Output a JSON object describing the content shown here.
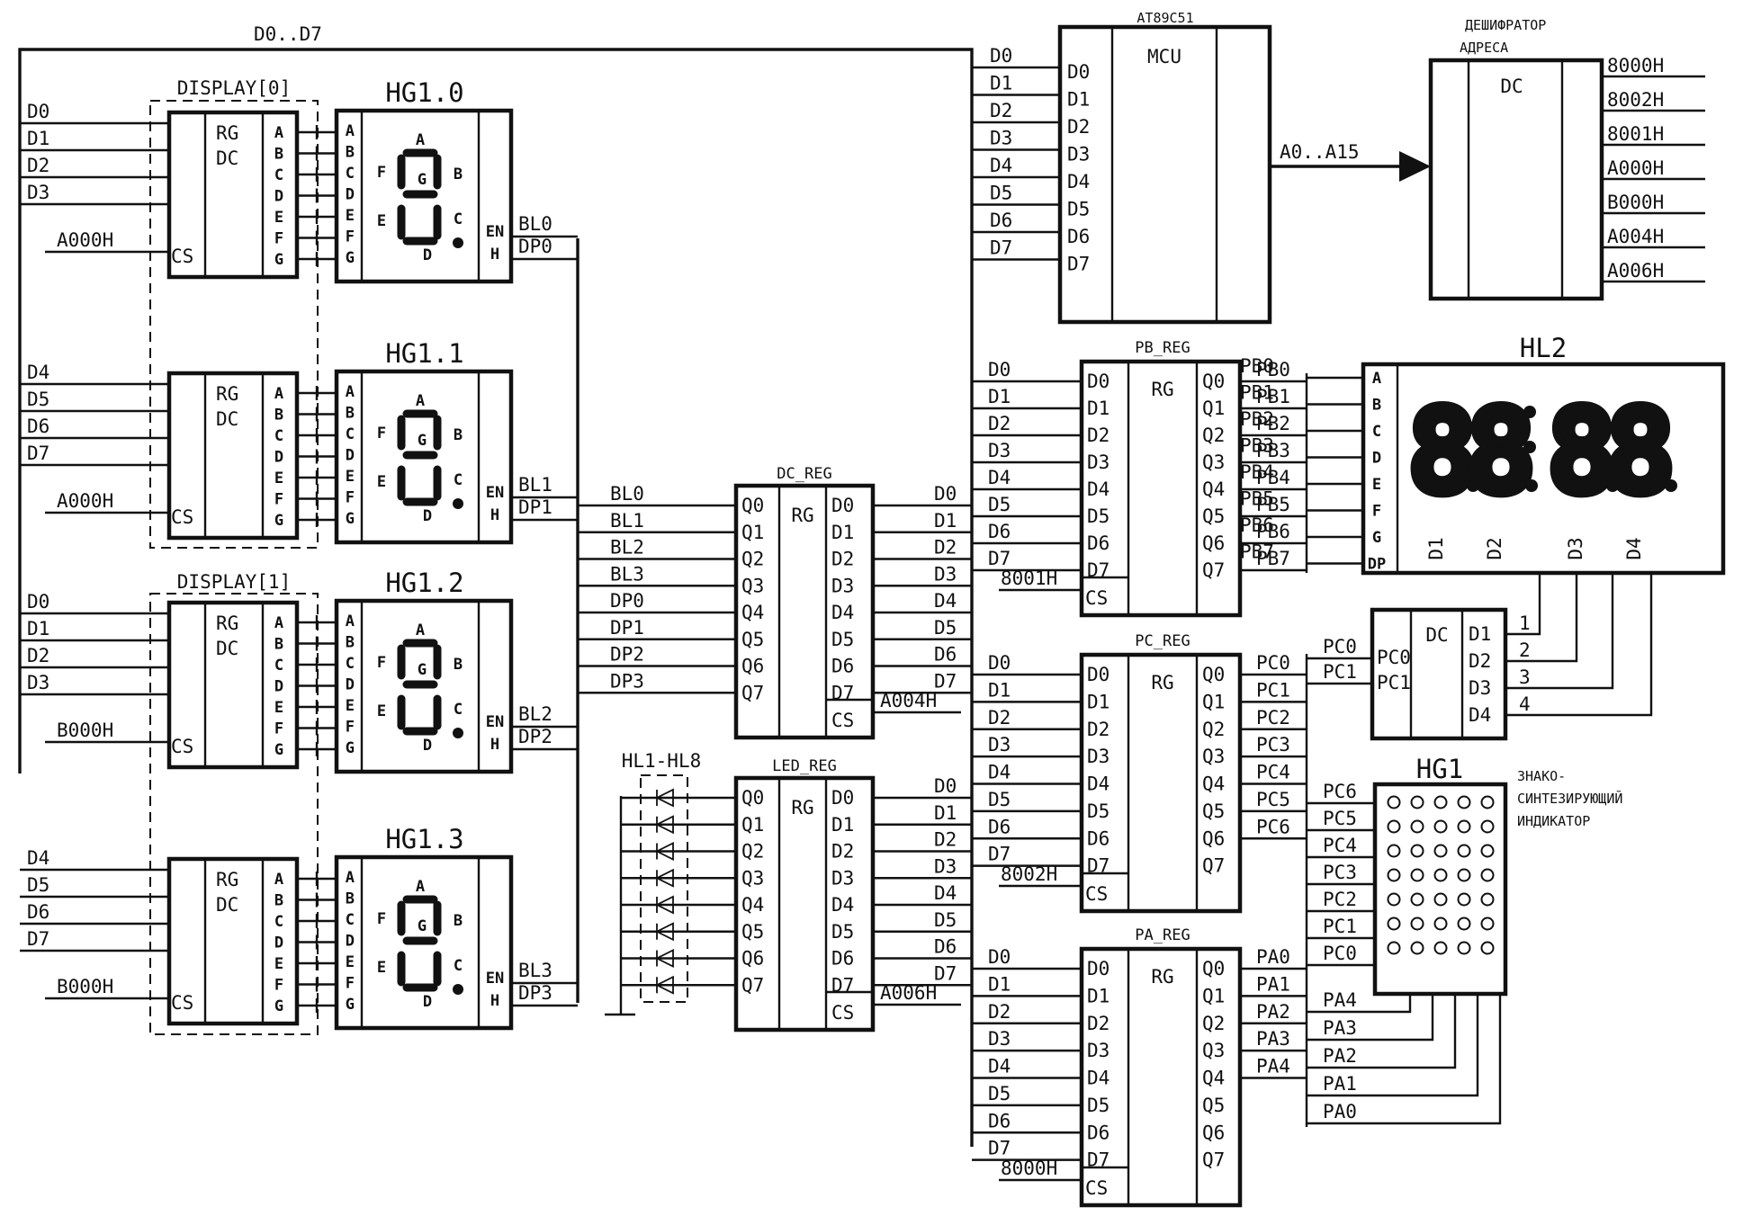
{
  "bus": {
    "data_label": "D0..D7",
    "addr_label": "A0..A15"
  },
  "display_groups": [
    {
      "label": "DISPLAY[0]",
      "chips": [
        {
          "cs_addr": "A000H",
          "inputs": [
            "D0",
            "D1",
            "D2",
            "D3"
          ]
        },
        {
          "cs_addr": "A000H",
          "inputs": [
            "D4",
            "D5",
            "D6",
            "D7"
          ]
        }
      ]
    },
    {
      "label": "DISPLAY[1]",
      "chips": [
        {
          "cs_addr": "B000H",
          "inputs": [
            "D0",
            "D1",
            "D2",
            "D3"
          ]
        },
        {
          "cs_addr": "B000H",
          "inputs": [
            "D4",
            "D5",
            "D6",
            "D7"
          ]
        }
      ]
    }
  ],
  "rgdc": {
    "rg": "RG",
    "dc": "DC",
    "cs": "CS",
    "outputs": [
      "A",
      "B",
      "C",
      "D",
      "E",
      "F",
      "G"
    ]
  },
  "hg_indicators": [
    {
      "label": "HG1.0",
      "bl": "BL0",
      "dp": "DP0"
    },
    {
      "label": "HG1.1",
      "bl": "BL1",
      "dp": "DP1"
    },
    {
      "label": "HG1.2",
      "bl": "BL2",
      "dp": "DP2"
    },
    {
      "label": "HG1.3",
      "bl": "BL3",
      "dp": "DP3"
    }
  ],
  "hg_pins": {
    "left": [
      "A",
      "B",
      "C",
      "D",
      "E",
      "F",
      "G"
    ],
    "right": [
      "EN",
      "H"
    ],
    "segments": [
      "A",
      "B",
      "C",
      "D",
      "E",
      "F",
      "G"
    ]
  },
  "mcu": {
    "part": "AT89C51",
    "name": "MCU",
    "pins": [
      "D0",
      "D1",
      "D2",
      "D3",
      "D4",
      "D5",
      "D6",
      "D7"
    ]
  },
  "decoder": {
    "title": [
      "ДЕШИФРАТОР",
      "АДРЕСА"
    ],
    "name": "DC",
    "outputs": [
      "8000H",
      "8002H",
      "8001H",
      "A000H",
      "B000H",
      "A004H",
      "A006H"
    ]
  },
  "registers": [
    {
      "name": "PB_REG",
      "rg": "RG",
      "cs": "CS",
      "cs_addr": "8001H",
      "inputs": [
        "D0",
        "D1",
        "D2",
        "D3",
        "D4",
        "D5",
        "D6",
        "D7"
      ],
      "outputs": [
        "Q0",
        "Q1",
        "Q2",
        "Q3",
        "Q4",
        "Q5",
        "Q6",
        "Q7"
      ],
      "bus_in": [
        "D0",
        "D1",
        "D2",
        "D3",
        "D4",
        "D5",
        "D6",
        "D7"
      ],
      "nets": [
        "PB0",
        "PB1",
        "PB2",
        "PB3",
        "PB4",
        "PB5",
        "PB6",
        "PB7"
      ]
    },
    {
      "name": "PC_REG",
      "rg": "RG",
      "cs": "CS",
      "cs_addr": "8002H",
      "inputs": [
        "D0",
        "D1",
        "D2",
        "D3",
        "D4",
        "D5",
        "D6",
        "D7"
      ],
      "outputs": [
        "Q0",
        "Q1",
        "Q2",
        "Q3",
        "Q4",
        "Q5",
        "Q6",
        "Q7"
      ],
      "bus_in": [
        "D0",
        "D1",
        "D2",
        "D3",
        "D4",
        "D5",
        "D6",
        "D7"
      ],
      "nets": [
        "PC0",
        "PC1",
        "PC2",
        "PC3",
        "PC4",
        "PC5",
        "PC6"
      ]
    },
    {
      "name": "PA_REG",
      "rg": "RG",
      "cs": "CS",
      "cs_addr": "8000H",
      "inputs": [
        "D0",
        "D1",
        "D2",
        "D3",
        "D4",
        "D5",
        "D6",
        "D7"
      ],
      "outputs": [
        "Q0",
        "Q1",
        "Q2",
        "Q3",
        "Q4",
        "Q5",
        "Q6",
        "Q7"
      ],
      "bus_in": [
        "D0",
        "D1",
        "D2",
        "D3",
        "D4",
        "D5",
        "D6",
        "D7"
      ],
      "nets": [
        "PA0",
        "PA1",
        "PA2",
        "PA3",
        "PA4"
      ]
    },
    {
      "name": "DC_REG",
      "rg": "RG",
      "cs": "CS",
      "cs_addr": "A004H",
      "inputs": [
        "D0",
        "D1",
        "D2",
        "D3",
        "D4",
        "D5",
        "D6",
        "D7"
      ],
      "outputs": [
        "Q0",
        "Q1",
        "Q2",
        "Q3",
        "Q4",
        "Q5",
        "Q6",
        "Q7"
      ],
      "bus_in": [
        "D0",
        "D1",
        "D2",
        "D3",
        "D4",
        "D5",
        "D6",
        "D7"
      ],
      "nets": [
        "BL0",
        "BL1",
        "BL2",
        "BL3",
        "DP0",
        "DP1",
        "DP2",
        "DP3"
      ]
    },
    {
      "name": "LED_REG",
      "rg": "RG",
      "cs": "CS",
      "cs_addr": "A006H",
      "inputs": [
        "D0",
        "D1",
        "D2",
        "D3",
        "D4",
        "D5",
        "D6",
        "D7"
      ],
      "outputs": [
        "Q0",
        "Q1",
        "Q2",
        "Q3",
        "Q4",
        "Q5",
        "Q6",
        "Q7"
      ],
      "bus_in": [
        "D0",
        "D1",
        "D2",
        "D3",
        "D4",
        "D5",
        "D6",
        "D7"
      ],
      "nets": []
    }
  ],
  "hl2": {
    "label": "HL2",
    "pins": [
      "A",
      "B",
      "C",
      "D",
      "E",
      "F",
      "G",
      "DP"
    ],
    "digits": [
      "D1",
      "D2",
      "D3",
      "D4"
    ],
    "glyphs": [
      "8",
      "8",
      "8",
      "8"
    ]
  },
  "dc2": {
    "name": "DC",
    "inputs": [
      "PC0",
      "PC1"
    ],
    "outputs": [
      "D1",
      "D2",
      "D3",
      "D4"
    ],
    "nets": [
      "1",
      "2",
      "3",
      "4"
    ],
    "in_nets": [
      "PC0",
      "PC1"
    ]
  },
  "hg1": {
    "label": "HG1",
    "caption": [
      "ЗНАКО-",
      "СИНТЕЗИРУЮЩИЙ",
      "ИНДИКАТОР"
    ],
    "row_nets": [
      "PC6",
      "PC5",
      "PC4",
      "PC3",
      "PC2",
      "PC1",
      "PC0"
    ],
    "col_nets": [
      "PA4",
      "PA3",
      "PA2",
      "PA1",
      "PA0"
    ],
    "rows": 7,
    "cols": 5
  },
  "leds": {
    "label": "HL1-HL8",
    "count": 8
  }
}
